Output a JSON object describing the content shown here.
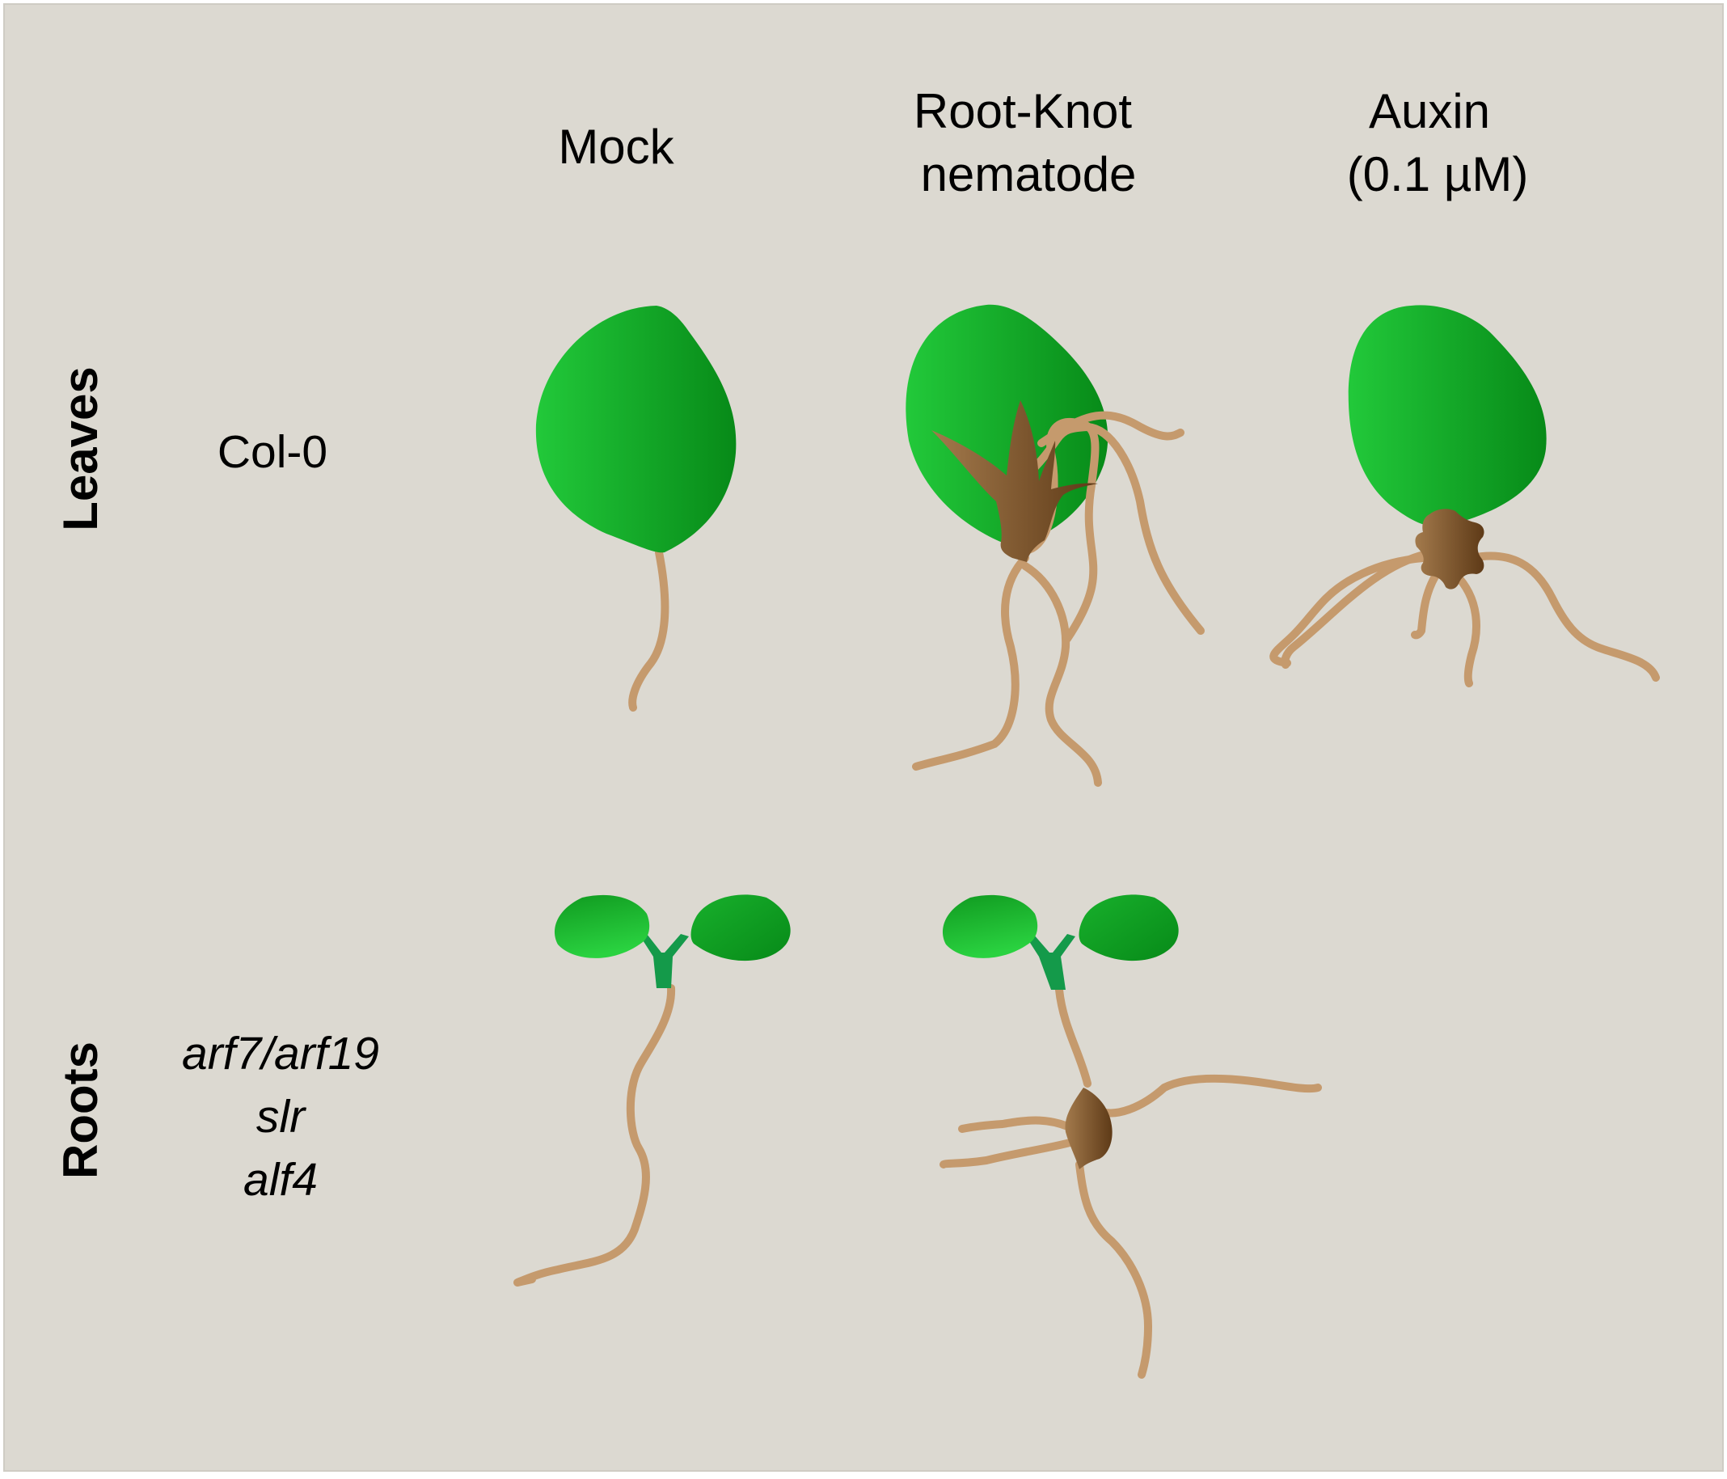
{
  "columns": {
    "mock": "Mock",
    "rkn_line1": "Root-Knot",
    "rkn_line2": "nematode",
    "auxin_line1": "Auxin",
    "auxin_line2": "(0.1 µM)"
  },
  "rows": {
    "leaves": "Leaves",
    "roots": "Roots"
  },
  "genotypes": {
    "leaves": "Col-0",
    "roots_1": "arf7/arf19",
    "roots_2": "slr",
    "roots_3": "alf4"
  },
  "colors": {
    "background": "#dcd9d1",
    "leaf_light": "#22c93a",
    "leaf_dark": "#078a18",
    "root": "#c59a6d",
    "gall_light": "#a37a4c",
    "gall_dark": "#5e3a17",
    "stem": "#149a4a"
  }
}
